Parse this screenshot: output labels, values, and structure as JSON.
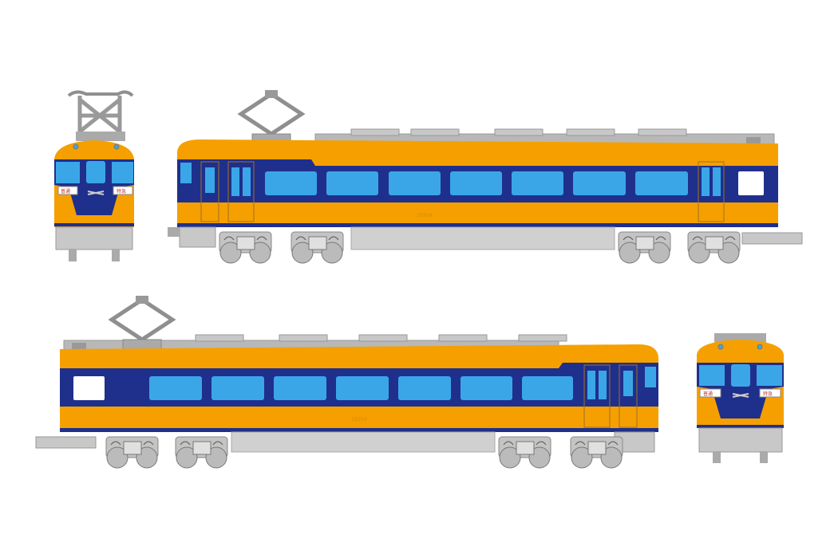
{
  "illustration": {
    "colors": {
      "body_orange": "#f5a000",
      "stripe_navy": "#1f2f8c",
      "window_blue": "#3aa6e8",
      "roof_gray": "#b8b8b8",
      "underframe_gray": "#c8c8c8"
    },
    "cars": [
      {
        "view": "side",
        "car_number": "18304"
      },
      {
        "view": "side",
        "car_number": "18304"
      }
    ],
    "front_views": [
      {
        "headboard_left": "普通",
        "headboard_right": "特急"
      },
      {
        "headboard_left": "普通",
        "headboard_right": "特急"
      }
    ]
  }
}
